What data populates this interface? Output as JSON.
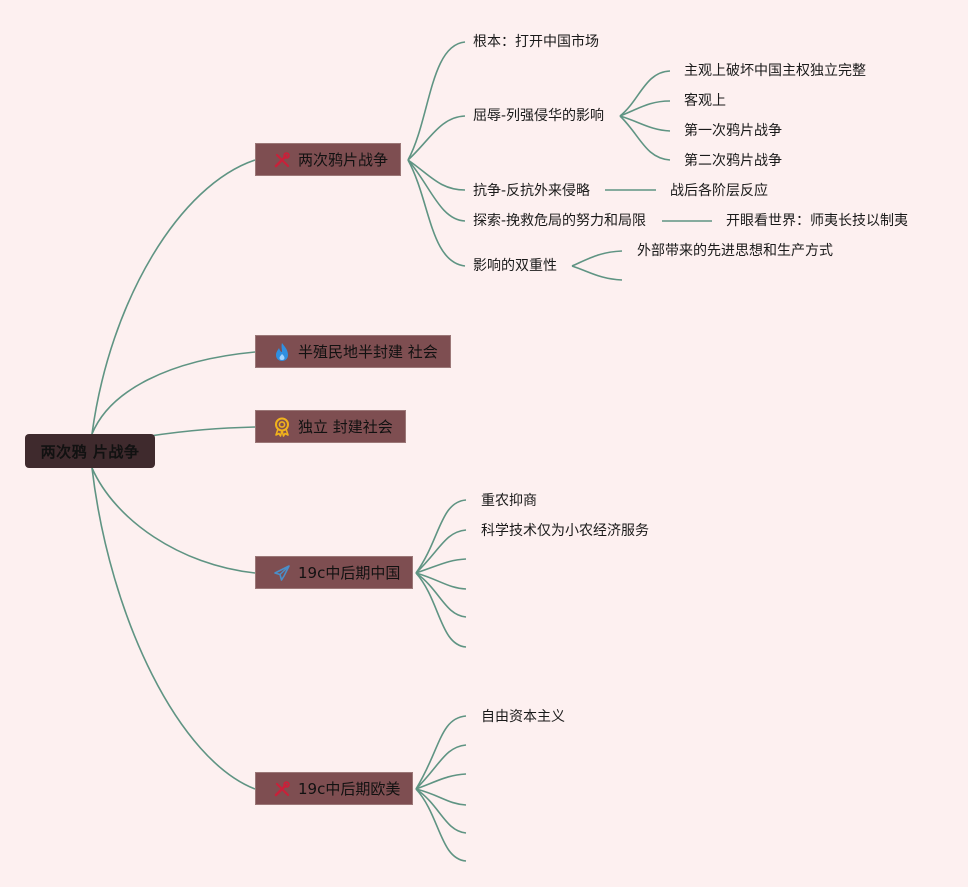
{
  "root": {
    "label": "两次鸦 片战争"
  },
  "topics": [
    {
      "label": "两次鸦片战争",
      "icon": "tools-icon",
      "children": [
        {
          "label": "根本：打开中国市场"
        },
        {
          "label": "屈辱-列强侵华的影响",
          "children": [
            "主观上破坏中国主权独立完整",
            "客观上",
            "第一次鸦片战争",
            "第二次鸦片战争"
          ]
        },
        {
          "label": "抗争-反抗外来侵略",
          "children": [
            "战后各阶层反应"
          ]
        },
        {
          "label": "探索-挽救危局的努力和局限",
          "children": [
            "开眼看世界：师夷长技以制夷"
          ]
        },
        {
          "label": "影响的双重性",
          "children": [
            "外部带来的先进思想和生产方式",
            ""
          ]
        }
      ]
    },
    {
      "label": "半殖民地半封建 社会",
      "icon": "flame-icon",
      "children": []
    },
    {
      "label": "独立 封建社会",
      "icon": "award-badge-icon",
      "children": []
    },
    {
      "label": "19c中后期中国",
      "icon": "paper-plane-icon",
      "children": [
        "重农抑商",
        "科学技术仅为小农经济服务",
        "",
        "",
        "",
        ""
      ]
    },
    {
      "label": "19c中后期欧美",
      "icon": "tools-icon",
      "children": [
        "自由资本主义",
        "",
        "",
        "",
        "",
        ""
      ]
    }
  ],
  "colors": {
    "background": "#fdf0f0",
    "line": "#5f9483",
    "topic_fill": "#7e4e51",
    "root_fill": "#3f2a2d"
  }
}
